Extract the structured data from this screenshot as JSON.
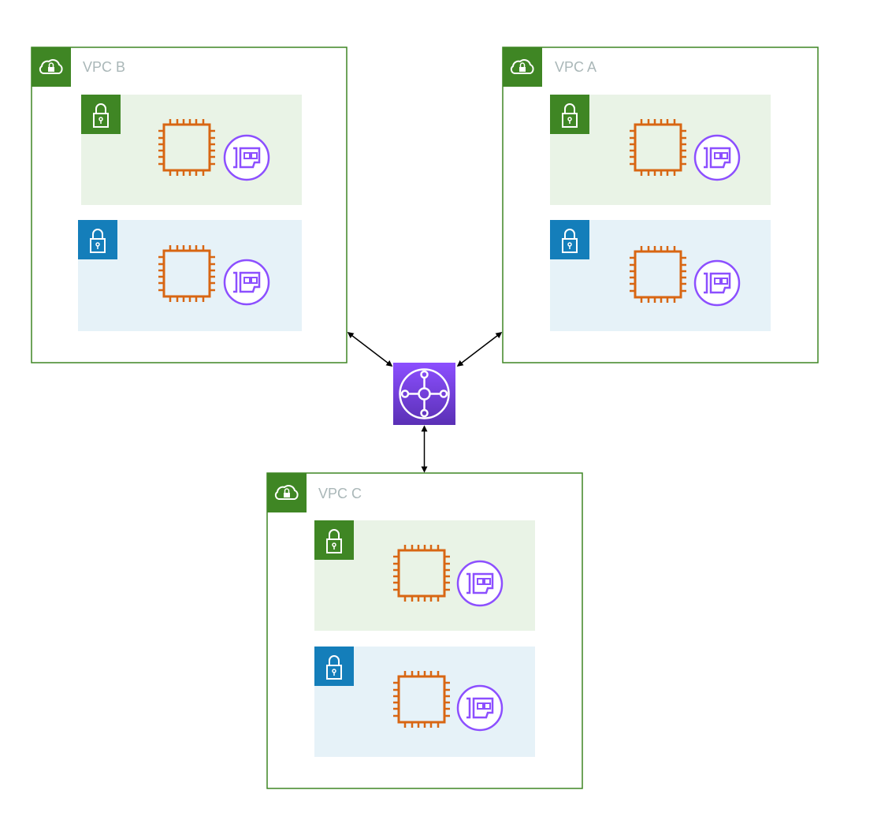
{
  "colors": {
    "vpc_border": "#3f8624",
    "vpc_label": "#aab7b8",
    "public_subnet_bg": "#e9f3e6",
    "public_subnet_icon": "#3f8624",
    "private_subnet_bg": "#e6f2f8",
    "private_subnet_icon": "#147eba",
    "instance": "#d86613",
    "eni": "#8c4fff",
    "transit_gateway_top": "#8c4fff",
    "transit_gateway_bottom": "#5a30b5",
    "connector": "#000000"
  },
  "icons": {
    "vpc": "cloud-lock-icon",
    "public_subnet": "lock-icon",
    "private_subnet": "lock-icon",
    "instance": "ec2-instance-icon",
    "eni": "elastic-network-interface-icon",
    "hub": "transit-gateway-icon"
  },
  "vpcs": [
    {
      "label": "VPC B"
    },
    {
      "label": "VPC A"
    },
    {
      "label": "VPC C"
    }
  ]
}
